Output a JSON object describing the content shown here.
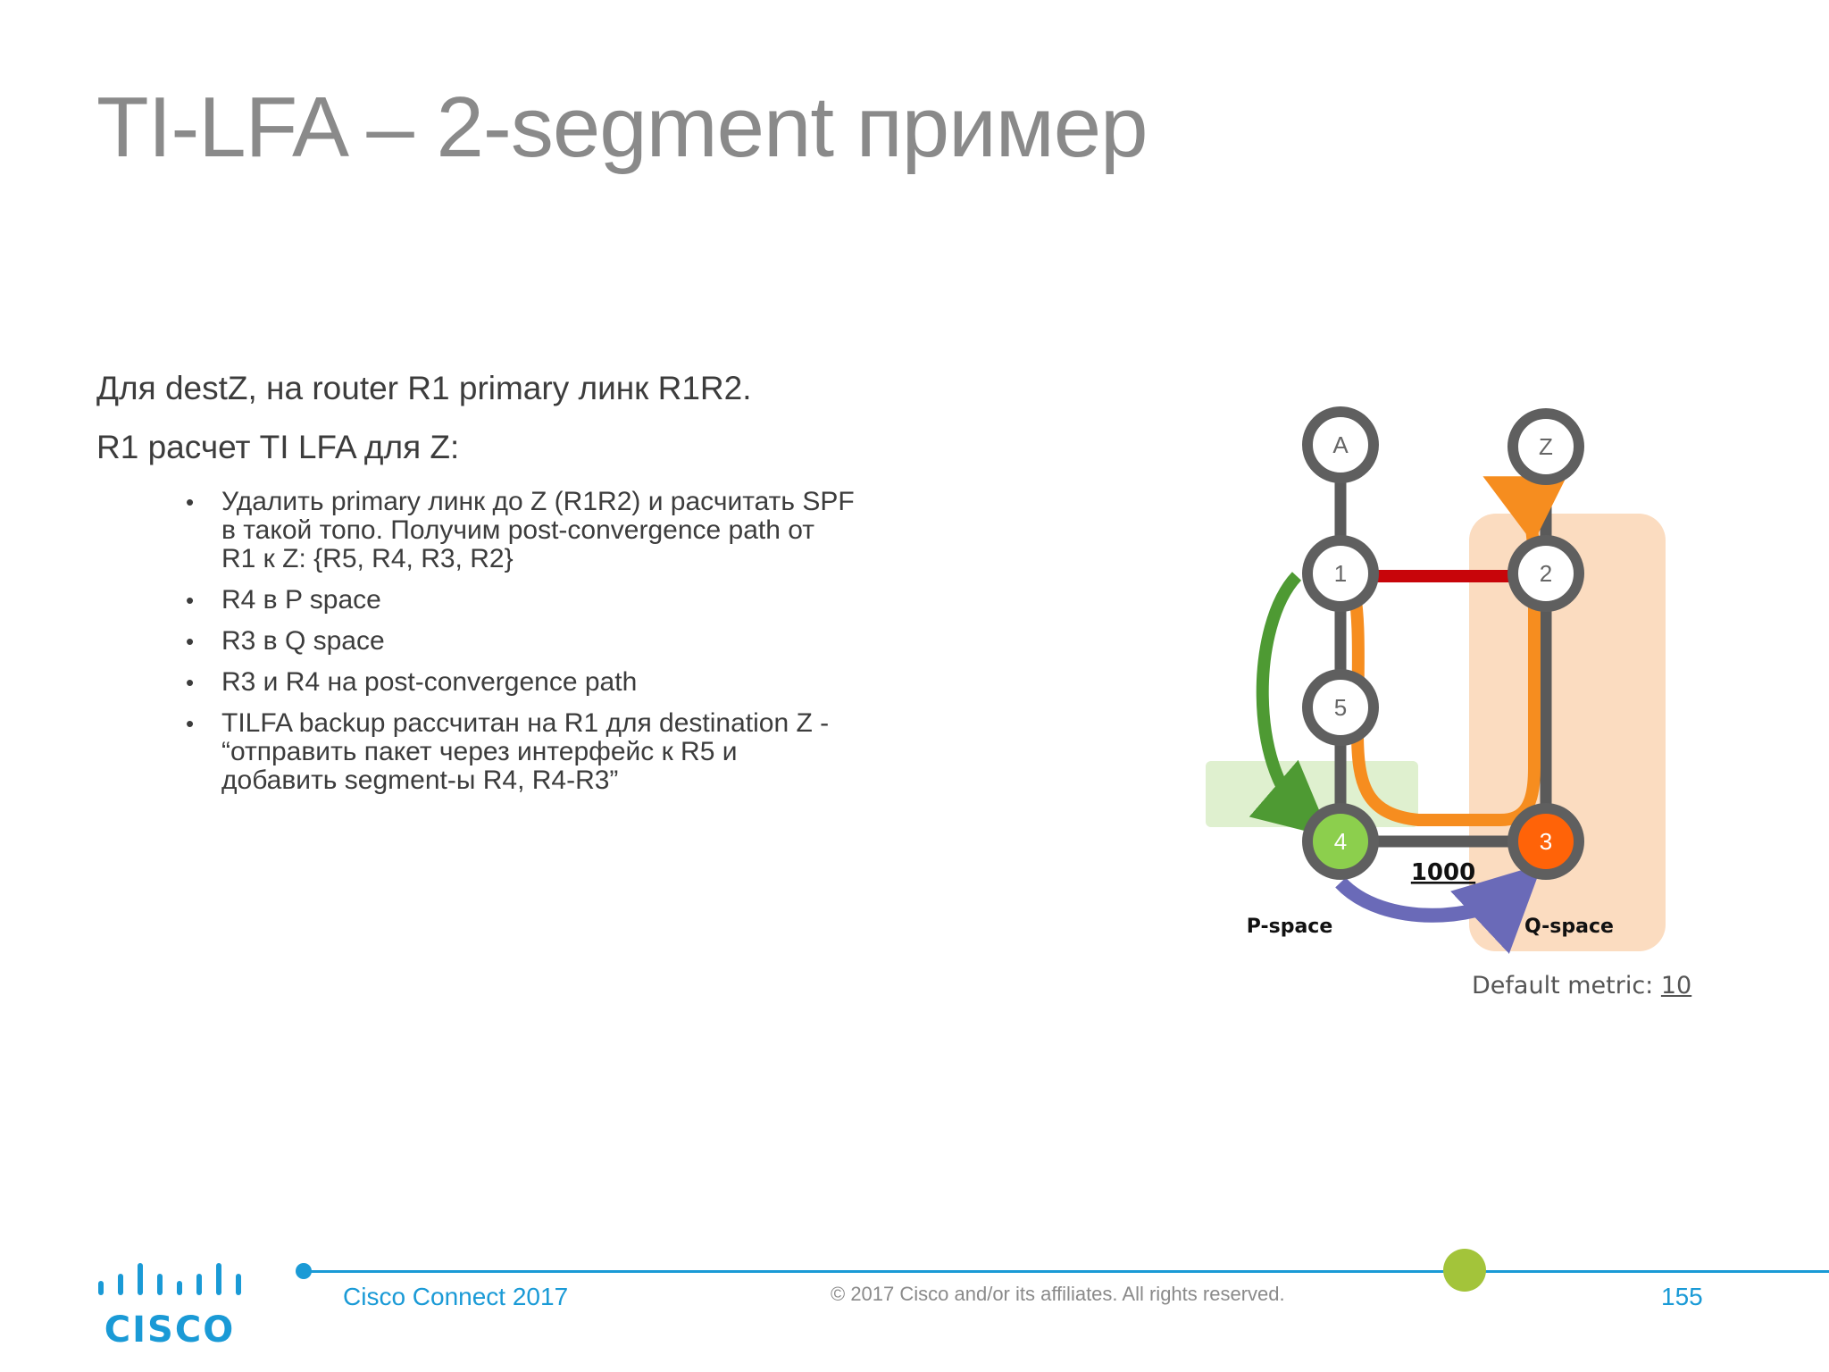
{
  "slide": {
    "title": "TI-LFA – 2-segment пример",
    "paragraphs": [
      "Для destZ, на router R1 primary линк R1R2.",
      "R1 расчет TI LFA для Z:"
    ],
    "bullets": [
      [
        "Удалить primary линк до Z (R1R2) и расчитать SPF",
        "в такой топо. Получим post-convergence path от",
        "R1 к Z: {R5, R4, R3, R2}"
      ],
      [
        "R4 в P space"
      ],
      [
        "R3  в Q space"
      ],
      [
        "R3 и R4 на post-convergence path"
      ],
      [
        "TILFA backup рассчитан на R1 для destination Z -",
        "“отправить пакет через интерфейс к R5 и",
        "добавить segment-ы R4, R4-R3”"
      ]
    ],
    "bullet_symbol": "•"
  },
  "diagram": {
    "nodes": [
      {
        "id": "A",
        "label": "A"
      },
      {
        "id": "Z",
        "label": "Z"
      },
      {
        "id": "1",
        "label": "1"
      },
      {
        "id": "2",
        "label": "2"
      },
      {
        "id": "5",
        "label": "5"
      },
      {
        "id": "4",
        "label": "4"
      },
      {
        "id": "3",
        "label": "3"
      }
    ],
    "link_metric_label": "1000",
    "p_space_label": "P-space",
    "q_space_label": "Q-space",
    "default_metric_label": "Default metric: ",
    "default_metric_value": "10",
    "colors": {
      "primary_link": "#c8050a",
      "node_4": "#8ccf4d",
      "node_3": "#ff6308",
      "p_space_fill": "#dff0cf",
      "q_space_fill": "#fbdcc0",
      "orange_path": "#f68d1f",
      "green_arrow": "#4e9a33",
      "blue_arrow": "#6a6ab8",
      "node_ring": "#5f5f5f",
      "link": "#5a5a5a"
    }
  },
  "footer": {
    "event": "Cisco Connect 2017",
    "copyright": "© 2017  Cisco and/or its affiliates. All rights reserved.",
    "page_number": "155",
    "logo_text": "CISCO"
  }
}
